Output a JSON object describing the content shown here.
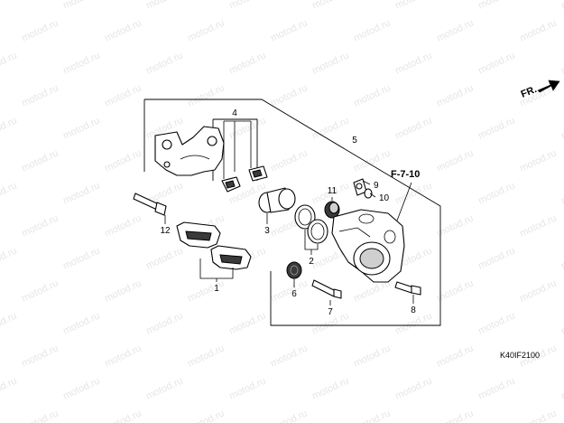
{
  "callouts": {
    "c1": "1",
    "c2": "2",
    "c3": "3",
    "c4": "4",
    "c5": "5",
    "c6": "6",
    "c7": "7",
    "c8": "8",
    "c9": "9",
    "c10": "10",
    "c11": "11",
    "c12": "12"
  },
  "reference": "F-7-10",
  "direction_label": "FR.",
  "diagram_code": "K40IF2100",
  "watermark_text": "motod.ru"
}
